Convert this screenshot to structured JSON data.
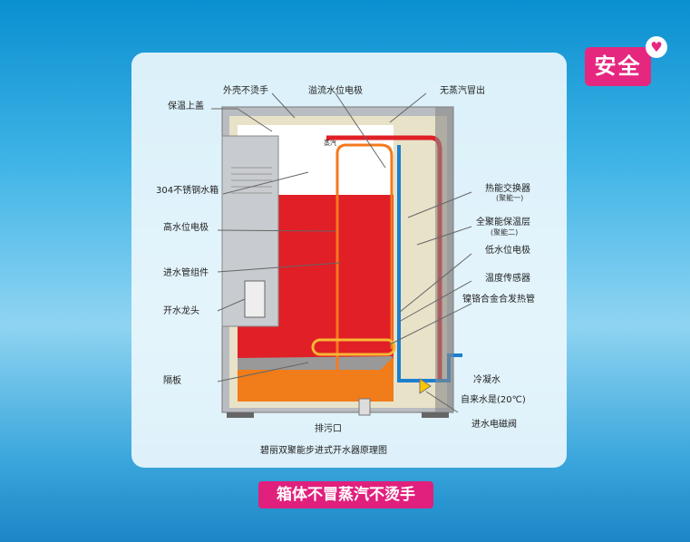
{
  "badge": {
    "label": "安全"
  },
  "banner": {
    "label": "箱体不冒蒸汽不烫手"
  },
  "diagram": {
    "caption": "碧丽双聚能步进式开水器原理图",
    "steam_label": "蒸汽",
    "left_labels": [
      "保温上盖",
      "304不锈钢水箱",
      "高水位电极",
      "进水管组件",
      "开水龙头",
      "隔板"
    ],
    "top_labels": [
      "外壳不烫手",
      "溢流水位电极",
      "无蒸汽冒出"
    ],
    "right_labels": [
      {
        "text": "热能交换器",
        "sub": "(聚能一)"
      },
      {
        "text": "全聚能保温层",
        "sub": "(聚能二)"
      },
      {
        "text": "低水位电极"
      },
      {
        "text": "温度传感器"
      },
      {
        "text": "镍铬合金合发热管"
      },
      {
        "text": "冷凝水"
      },
      {
        "text": "自来水是(20℃)"
      },
      {
        "text": "进水电磁阀"
      }
    ],
    "bottom_label": "排污口"
  }
}
